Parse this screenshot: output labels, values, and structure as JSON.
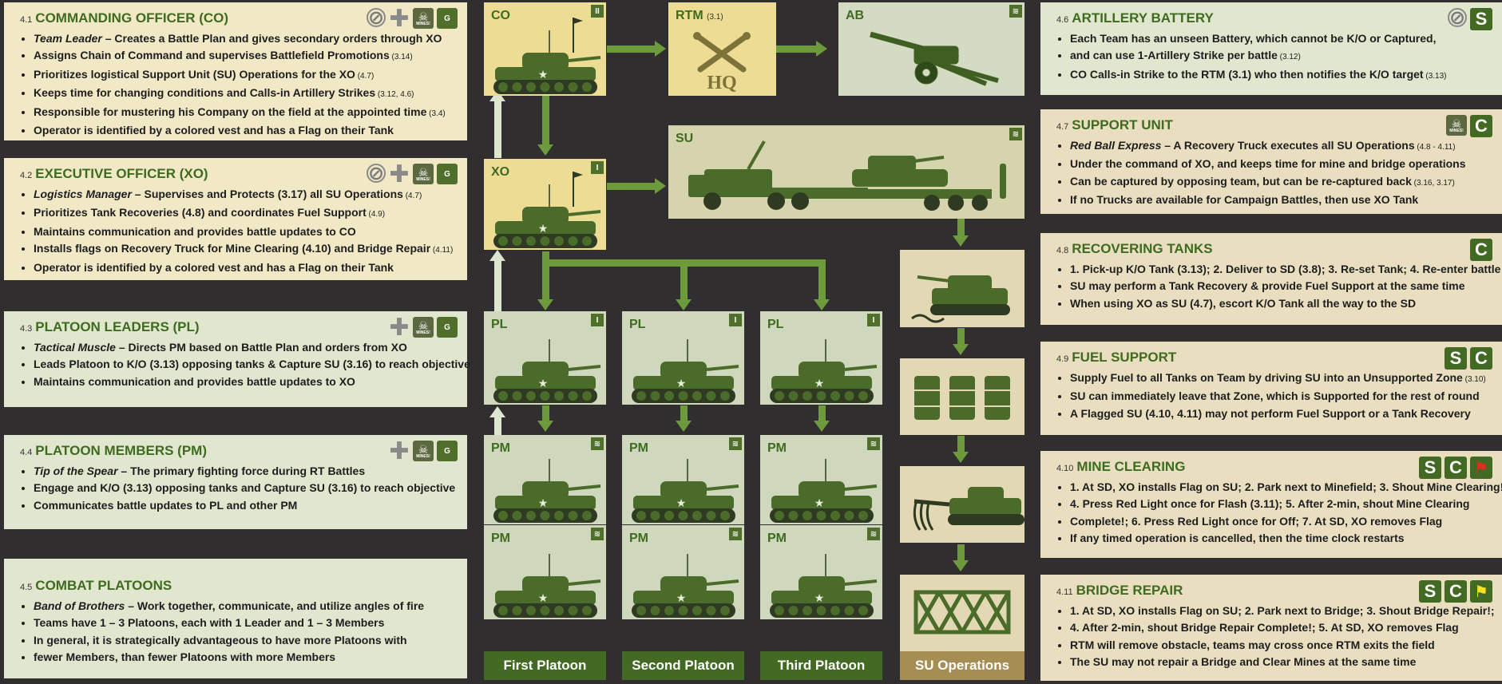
{
  "colors": {
    "green": "#426a22",
    "arrow": "#6c9a3d",
    "cream": "#f1e8c6",
    "sage": "#e1e6cf",
    "dark": "#302e2f"
  },
  "panels": {
    "co": {
      "num": "4.1",
      "title": "COMMANDING OFFICER (CO)",
      "bullets": [
        {
          "lead": "Team Leader",
          "text": " – Creates a Battle Plan and gives secondary orders through XO",
          "ref": ""
        },
        {
          "lead": "",
          "text": "Assigns Chain of Command and supervises Battlefield Promotions",
          "ref": "(3.14)"
        },
        {
          "lead": "",
          "text": "Prioritizes logistical Support Unit (SU) Operations for the XO",
          "ref": "(4.7)"
        },
        {
          "lead": "",
          "text": "Keeps time for changing conditions and Calls-in Artillery Strikes",
          "ref": "(3.12, 4.6)"
        },
        {
          "lead": "",
          "text": "Responsible for mustering his Company on the field at the appointed time",
          "ref": "(3.4)"
        },
        {
          "lead": "",
          "text": "Operator is identified by a colored vest and has a Flag on their Tank",
          "ref": ""
        }
      ],
      "icons": [
        "no-entry-icon",
        "medic-cross-icon",
        "mines-skull-icon",
        "fuel-can-icon"
      ]
    },
    "xo": {
      "num": "4.2",
      "title": "EXECUTIVE OFFICER (XO)",
      "bullets": [
        {
          "lead": "Logistics Manager",
          "text": " – Supervises and Protects (3.17) all SU Operations",
          "ref": "(4.7)"
        },
        {
          "lead": "",
          "text": "Prioritizes Tank Recoveries (4.8) and coordinates Fuel Support",
          "ref": "(4.9)"
        },
        {
          "lead": "",
          "text": "Maintains communication and provides battle updates to CO",
          "ref": ""
        },
        {
          "lead": "",
          "text": "Installs flags on Recovery Truck for Mine Clearing (4.10) and Bridge Repair",
          "ref": "(4.11)"
        },
        {
          "lead": "",
          "text": "Operator is identified by a colored vest and has a Flag on their Tank",
          "ref": ""
        }
      ],
      "icons": [
        "no-entry-icon",
        "medic-cross-icon",
        "mines-skull-icon",
        "fuel-can-icon"
      ]
    },
    "pl": {
      "num": "4.3",
      "title": "PLATOON LEADERS (PL)",
      "bullets": [
        {
          "lead": "Tactical Muscle",
          "text": " – Directs PM based on Battle Plan and orders from XO",
          "ref": ""
        },
        {
          "lead": "",
          "text": "Leads Platoon to K/O (3.13) opposing tanks & Capture SU (3.16) to reach objective",
          "ref": ""
        },
        {
          "lead": "",
          "text": "Maintains communication and provides battle updates to XO",
          "ref": ""
        }
      ],
      "icons": [
        "medic-cross-icon",
        "mines-skull-icon",
        "fuel-can-icon"
      ]
    },
    "pm": {
      "num": "4.4",
      "title": "PLATOON MEMBERS (PM)",
      "bullets": [
        {
          "lead": "Tip of the Spear",
          "text": " – The primary fighting force during RT Battles",
          "ref": ""
        },
        {
          "lead": "",
          "text": "Engage and K/O (3.13) opposing tanks and Capture SU (3.16) to reach objective",
          "ref": ""
        },
        {
          "lead": "",
          "text": "Communicates battle updates to PL and other PM",
          "ref": ""
        }
      ],
      "icons": [
        "medic-cross-icon",
        "mines-skull-icon",
        "fuel-can-icon"
      ]
    },
    "cp": {
      "num": "4.5",
      "title": "COMBAT PLATOONS",
      "bullets": [
        {
          "lead": "Band of Brothers",
          "text": " – Work together, communicate, and utilize angles of fire",
          "ref": ""
        },
        {
          "lead": "",
          "text": "Teams have 1 – 3 Platoons, each with 1 Leader and 1 – 3 Members",
          "ref": ""
        },
        {
          "lead": "",
          "text": "In general, it is strategically advantageous to have more Platoons with",
          "ref": ""
        },
        {
          "lead": "",
          "text": "fewer Members, than fewer Platoons with more Members",
          "ref": ""
        }
      ],
      "icons": []
    },
    "ab": {
      "num": "4.6",
      "title": "ARTILLERY BATTERY",
      "bullets": [
        {
          "lead": "",
          "text": "Each Team has an unseen Battery, which cannot be K/O or Captured,",
          "ref": ""
        },
        {
          "lead": "",
          "text": "and can use 1-Artillery Strike per battle",
          "ref": "(3.12)"
        },
        {
          "lead": "",
          "text": "CO Calls-in Strike to the RTM (3.1) who then notifies the K/O target",
          "ref": "(3.13)"
        }
      ],
      "icons": [
        "no-entry-icon",
        "S"
      ]
    },
    "su": {
      "num": "4.7",
      "title": "SUPPORT UNIT",
      "bullets": [
        {
          "lead": "Red Ball Express",
          "text": " – A Recovery Truck executes all SU Operations",
          "ref": "(4.8 - 4.11)"
        },
        {
          "lead": "",
          "text": "Under the command of XO, and keeps time for mine and bridge operations",
          "ref": ""
        },
        {
          "lead": "",
          "text": "Can be captured by opposing team, but can be re-captured back",
          "ref": "(3.16, 3.17)"
        },
        {
          "lead": "",
          "text": "If no Trucks are available for Campaign Battles, then use XO Tank",
          "ref": ""
        }
      ],
      "icons": [
        "mines-skull-icon",
        "C"
      ]
    },
    "rt": {
      "num": "4.8",
      "title": "RECOVERING TANKS",
      "bullets": [
        {
          "lead": "",
          "text": "1. Pick-up K/O Tank (3.13); 2. Deliver to SD (3.8); 3. Re-set Tank; 4. Re-enter battle",
          "ref": ""
        },
        {
          "lead": "",
          "text": "SU may perform a Tank Recovery & provide Fuel Support at the same time",
          "ref": ""
        },
        {
          "lead": "",
          "text": "When using XO as SU (4.7), escort K/O Tank all the way to the SD",
          "ref": ""
        }
      ],
      "icons": [
        "C"
      ]
    },
    "fs": {
      "num": "4.9",
      "title": "FUEL SUPPORT",
      "bullets": [
        {
          "lead": "",
          "text": "Supply Fuel to all Tanks on Team by driving SU into an Unsupported Zone",
          "ref": "(3.10)"
        },
        {
          "lead": "",
          "text": "SU can immediately leave that Zone, which is Supported for the rest of round",
          "ref": ""
        },
        {
          "lead": "",
          "text": "A Flagged SU (4.10, 4.11) may not perform Fuel Support or a Tank Recovery",
          "ref": ""
        }
      ],
      "icons": [
        "S",
        "C"
      ]
    },
    "mc": {
      "num": "4.10",
      "title": "MINE CLEARING",
      "bullets": [
        {
          "lead": "",
          "text": "1. At SD, XO installs Flag on SU; 2. Park next to Minefield; 3. Shout Mine Clearing!;",
          "ref": ""
        },
        {
          "lead": "",
          "text": "4. Press Red Light once for Flash (3.11); 5. After 2-min, shout Mine Clearing",
          "ref": ""
        },
        {
          "lead": "",
          "text": "Complete!; 6. Press Red Light once for Off; 7. At SD, XO removes Flag",
          "ref": ""
        },
        {
          "lead": "",
          "text": "If any timed operation is cancelled, then the time clock restarts",
          "ref": ""
        }
      ],
      "icons": [
        "S",
        "C",
        "red-flag-icon"
      ]
    },
    "br": {
      "num": "4.11",
      "title": "BRIDGE REPAIR",
      "bullets": [
        {
          "lead": "",
          "text": "1. At SD, XO installs Flag on SU; 2. Park next to Bridge; 3. Shout Bridge Repair!;",
          "ref": ""
        },
        {
          "lead": "",
          "text": "4. After 2-min, shout Bridge Repair Complete!; 5. At SD, XO removes Flag",
          "ref": ""
        },
        {
          "lead": "",
          "text": "RTM will remove obstacle, teams may cross once RTM exits the field",
          "ref": ""
        },
        {
          "lead": "",
          "text": "The SU may not repair a Bridge and Clear Mines at the same time",
          "ref": ""
        }
      ],
      "icons": [
        "S",
        "C",
        "yellow-flag-icon"
      ]
    }
  },
  "boxes": {
    "co": {
      "label": "CO",
      "badge": "II"
    },
    "rtm": {
      "label": "RTM",
      "sub": "(3.1)",
      "hq": "HQ"
    },
    "ab": {
      "label": "AB"
    },
    "xo": {
      "label": "XO",
      "badge": "I"
    },
    "su": {
      "label": "SU"
    },
    "pl": {
      "label": "PL",
      "badge": "I"
    },
    "pm": {
      "label": "PM"
    }
  },
  "icon_text": {
    "mines": "MINES!",
    "fuel": "G"
  },
  "columns": [
    "First Platoon",
    "Second Platoon",
    "Third Platoon",
    "SU Operations"
  ]
}
